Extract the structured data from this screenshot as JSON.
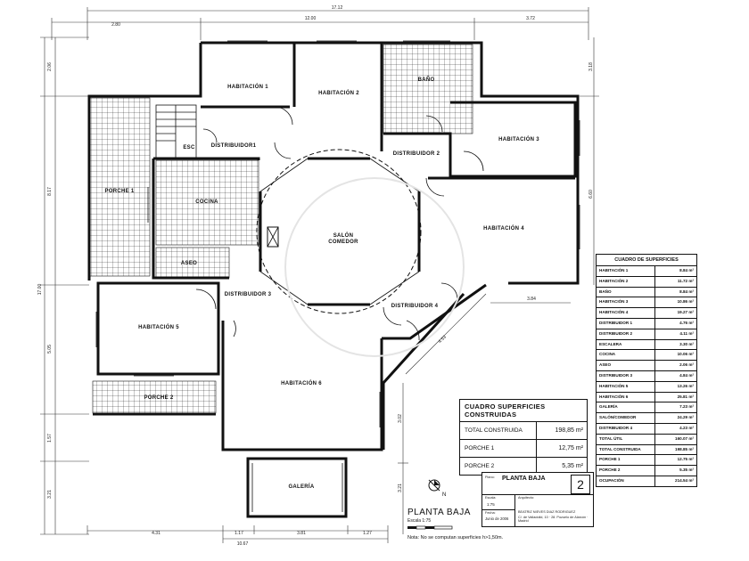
{
  "rooms": {
    "habitacion1": "HABITACIÓN 1",
    "habitacion2": "HABITACIÓN 2",
    "bano": "BAÑO",
    "habitacion3": "HABITACIÓN 3",
    "habitacion4": "HABITACIÓN 4",
    "habitacion5": "HABITACIÓN 5",
    "habitacion6": "HABITACIÓN 6",
    "esc": "ESC",
    "distribuidor1": "DISTRIBUIDOR1",
    "distribuidor2": "DISTRIBUIDOR 2",
    "distribuidor3": "DISTRIBUIDOR 3",
    "distribuidor4": "DISTRIBUIDOR 4",
    "porche1": "PORCHE 1",
    "porche2": "PORCHE 2",
    "cocina": "COCINA",
    "aseo": "ASEO",
    "salon_line1": "SALÓN",
    "salon_line2": "COMEDOR",
    "galeria": "GALERÍA"
  },
  "dimensions": {
    "top_total": "17.12",
    "top_left": "2.80",
    "top_mid": "12.00",
    "top_right": "3.72",
    "left_total": "17.00",
    "left_a": "2.06",
    "left_b": "8.17",
    "left_c": "5.05",
    "left_d": "1.57",
    "left_e": "3.21",
    "right_a": "3.18",
    "right_b": "6.60",
    "right_c": "3.84",
    "diag": "4.53",
    "bottom_a": "4.31",
    "bottom_b": "1.17",
    "bottom_c": "3.81",
    "bottom_d": "1.27",
    "bottom_total": "10.67",
    "mid_right_a": "3.02",
    "mid_right_b": "3.21"
  },
  "construida_table": {
    "title": "CUADRO SUPERFICIES CONSTRUIDAS",
    "rows": [
      {
        "label": "TOTAL CONSTRUIDA",
        "value": "198,85 m²"
      },
      {
        "label": "PORCHE 1",
        "value": "12,75 m²"
      },
      {
        "label": "PORCHE 2",
        "value": "5,35 m²"
      }
    ]
  },
  "superficies_table": {
    "title": "CUADRO DE SUPERFICIES",
    "rows": [
      {
        "label": "HABITACIÓN 1",
        "value": "8.84 m²"
      },
      {
        "label": "HABITACIÓN 2",
        "value": "11.72 m²"
      },
      {
        "label": "BAÑO",
        "value": "8.84 m²"
      },
      {
        "label": "HABITACIÓN 3",
        "value": "10.86 m²"
      },
      {
        "label": "HABITACIÓN 4",
        "value": "19.27 m²"
      },
      {
        "label": "DISTRIBUIDOR 1",
        "value": "4.76 m²"
      },
      {
        "label": "DISTRIBUIDOR 2",
        "value": "4.11 m²"
      },
      {
        "label": "ESCALERA",
        "value": "3.30 m²"
      },
      {
        "label": "COCINA",
        "value": "10.06 m²"
      },
      {
        "label": "ASEO",
        "value": "2.06 m²"
      },
      {
        "label": "DISTRIBUIDOR 3",
        "value": "4.84 m²"
      },
      {
        "label": "HABITACIÓN 5",
        "value": "13.26 m²"
      },
      {
        "label": "HABITACIÓN 6",
        "value": "25.81 m²"
      },
      {
        "label": "GALERÍA",
        "value": "7.23 m²"
      },
      {
        "label": "SALÓN/COMEDOR",
        "value": "24.29 m²"
      },
      {
        "label": "DISTRIBUIDOR 4",
        "value": "4.23 m²"
      },
      {
        "label": "TOTAL ÚTIL",
        "value": "160.07 m²"
      },
      {
        "label": "TOTAL CONSTRUIDA",
        "value": "198.85 m²"
      },
      {
        "label": "PORCHE 1",
        "value": "12.75 m²"
      },
      {
        "label": "PORCHE 2",
        "value": "5.35 m²"
      },
      {
        "label": "OCUPACIÓN",
        "value": "214.54 m²"
      }
    ]
  },
  "title_block": {
    "plano_label": "Plano:",
    "plano": "PLANTA BAJA",
    "number": "2",
    "escala_label": "Escala:",
    "escala": "1:75",
    "fecha_label": "Fecha:",
    "fecha": "Junio de 2006",
    "arquitecto_label": "Arquitecto:",
    "arquitecto": "BEATRIZ NIEVES DIAZ RODRIGUEZ",
    "direccion": "C/. de Valladolid, 10 · 28. Pozuelo de Alarcón · Madrid"
  },
  "planta": "PLANTA BAJA",
  "escala_line": "Escala 1:75",
  "north_label": "N",
  "nota": "Nota: No se computan superficies h>1,50m."
}
